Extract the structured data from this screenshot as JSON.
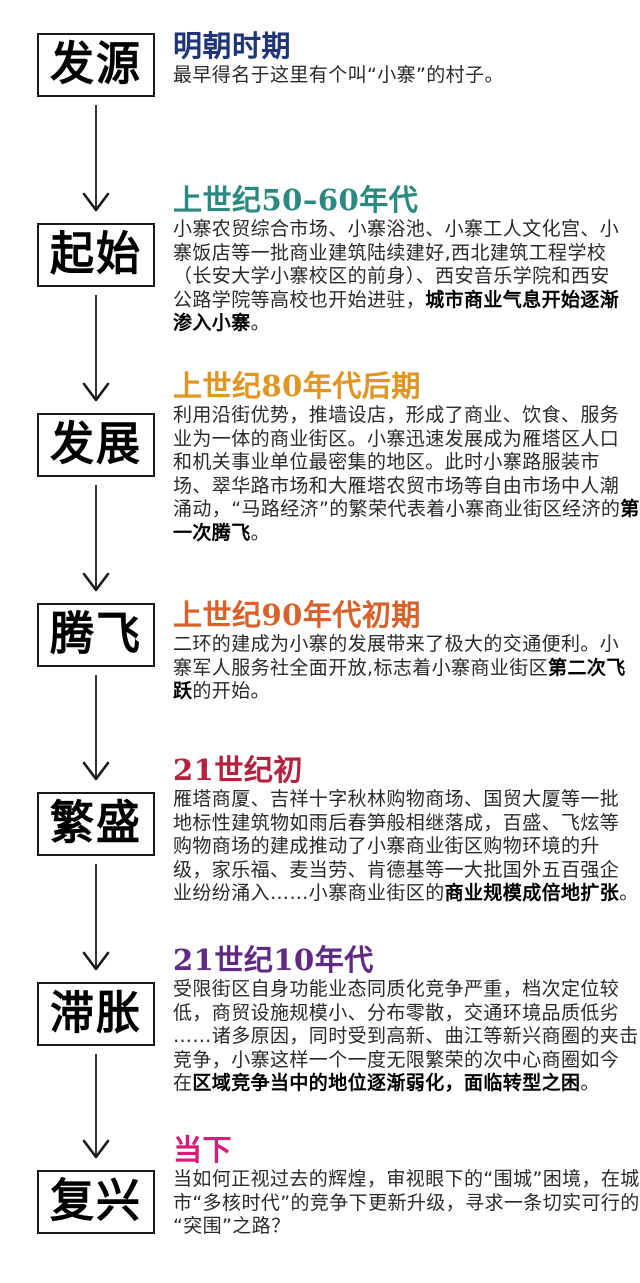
{
  "timeline": [
    {
      "stage": "发源",
      "era": "明朝时期",
      "era_color": "#1f3578",
      "lines": [
        {
          "text": "最早得名于这里有个叫“小寨”的村子。",
          "bold": ""
        }
      ]
    },
    {
      "stage": "起始",
      "era": "上世纪50–60年代",
      "era_color": "#2a8a80",
      "lines": [
        {
          "text": "小寨农贸综合市场、小寨浴池、小寨工人文化宫、小",
          "bold": ""
        },
        {
          "text": "寨饭店等一批商业建筑陆续建好,西北建筑工程学校",
          "bold": ""
        },
        {
          "text": "（长安大学小寨校区的前身）、西安音乐学院和西安",
          "bold": ""
        },
        {
          "text": "公路学院等高校也开始进驻，",
          "bold": "城市商业气息开始逐渐"
        },
        {
          "text": "",
          "bold": "渗入小寨",
          "after": "。"
        }
      ]
    },
    {
      "stage": "发展",
      "era": "上世纪80年代后期",
      "era_color": "#e0961f",
      "lines": [
        {
          "text": "利用沿街优势，推墙设店，形成了商业、饮食、服务",
          "bold": ""
        },
        {
          "text": "业为一体的商业街区。小寨迅速发展成为雁塔区人口",
          "bold": ""
        },
        {
          "text": "和机关事业单位最密集的地区。此时小寨路服装市",
          "bold": ""
        },
        {
          "text": "场、翠华路市场和大雁塔农贸市场等自由市场中人潮",
          "bold": ""
        },
        {
          "text": "涌动，“马路经济”的繁荣代表着小寨商业街区经济的",
          "bold": "第"
        },
        {
          "text": "",
          "bold": "一次腾飞",
          "after": "。"
        }
      ]
    },
    {
      "stage": "腾飞",
      "era": "上世纪90年代初期",
      "era_color": "#d9622a",
      "lines": [
        {
          "text": "二环的建成为小寨的发展带来了极大的交通便利。小",
          "bold": ""
        },
        {
          "text": "寨军人服务社全面开放,标志着小寨商业街区",
          "bold": "第二次飞"
        },
        {
          "text": "",
          "bold": "跃",
          "after": "的开始。"
        }
      ]
    },
    {
      "stage": "繁盛",
      "era": "21世纪初",
      "era_color": "#b3223f",
      "lines": [
        {
          "text": "雁塔商厦、吉祥十字秋林购物商场、国贸大厦等一批",
          "bold": ""
        },
        {
          "text": "地标性建筑物如雨后春笋般相继落成，百盛、飞炫等",
          "bold": ""
        },
        {
          "text": "购物商场的建成推动了小寨商业街区购物环境的升",
          "bold": ""
        },
        {
          "text": "级，家乐福、麦当劳、肯德基等一大批国外五百强企",
          "bold": ""
        },
        {
          "text": "业纷纷涌入……小寨商业街区的",
          "bold": "商业规模成倍地扩张",
          "after": "。"
        }
      ]
    },
    {
      "stage": "滞胀",
      "era": "21世纪10年代",
      "era_color": "#5e2a86",
      "lines": [
        {
          "text": "受限街区自身功能业态同质化竞争严重，档次定位较",
          "bold": ""
        },
        {
          "text": "低，商贸设施规模小、分布零散，交通环境品质低劣",
          "bold": ""
        },
        {
          "text": "……诸多原因，同时受到高新、曲江等新兴商圈的夹击",
          "bold": ""
        },
        {
          "text": "竞争，小寨这样一个一度无限繁荣的次中心商圈如今",
          "bold": ""
        },
        {
          "text": "在",
          "bold": "区域竞争当中的地位逐渐弱化，面临转型之困",
          "after": "。"
        }
      ]
    },
    {
      "stage": "复兴",
      "era": "当下",
      "era_color": "#d81b7a",
      "lines": [
        {
          "text": "当如何正视过去的辉煌，审视眼下的“围城”困境，在城",
          "bold": ""
        },
        {
          "text": "市“多核时代”的竞争下更新升级，寻求一条切实可行的",
          "bold": ""
        },
        {
          "text": "“突围”之路？",
          "bold": ""
        }
      ]
    }
  ]
}
